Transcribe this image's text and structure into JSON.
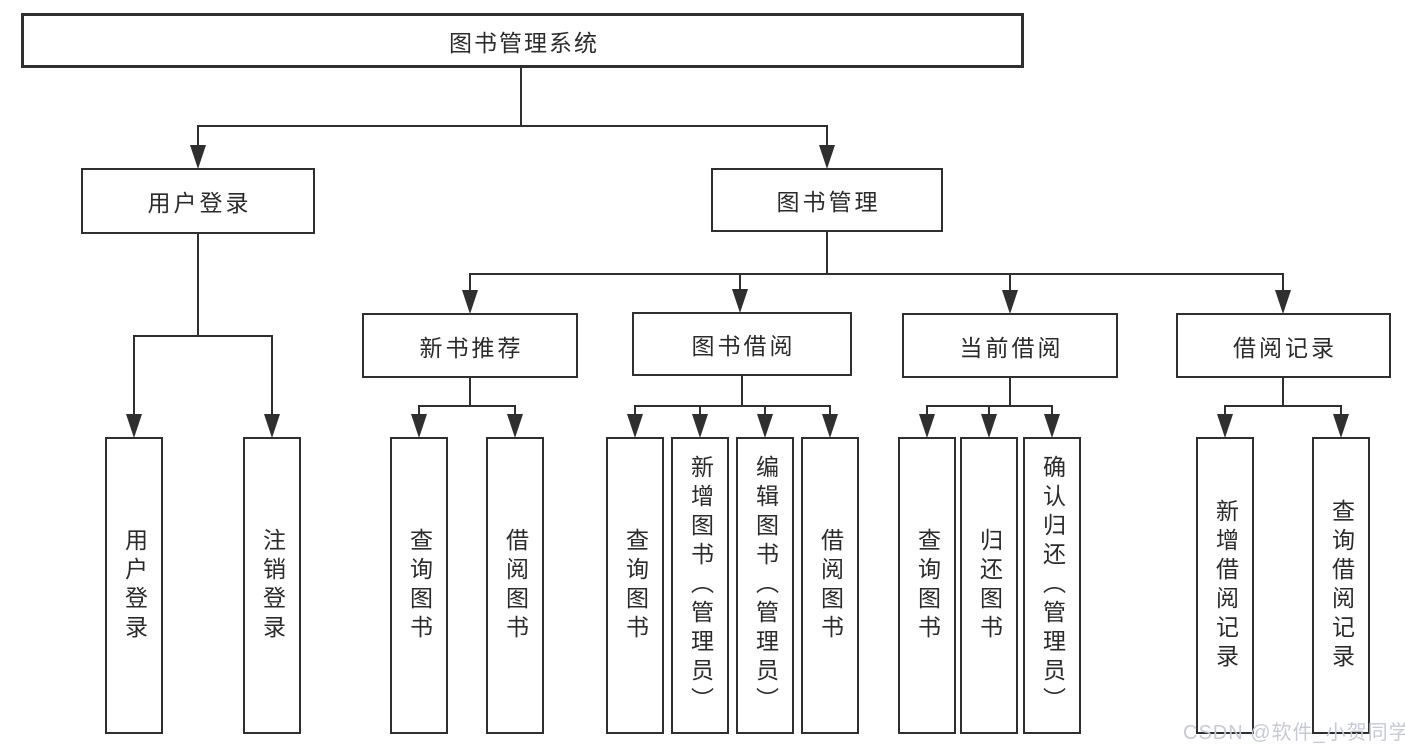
{
  "diagram_type": "hierarchy-tree",
  "tree": {
    "label": "图书管理系统",
    "children": [
      {
        "label": "用户登录",
        "children": [
          {
            "label": "用户登录"
          },
          {
            "label": "注销登录"
          }
        ]
      },
      {
        "label": "图书管理",
        "children": [
          {
            "label": "新书推荐",
            "children": [
              {
                "label": "查询图书"
              },
              {
                "label": "借阅图书"
              }
            ]
          },
          {
            "label": "图书借阅",
            "children": [
              {
                "label": "查询图书"
              },
              {
                "label": "新增图书（管理员）"
              },
              {
                "label": "编辑图书（管理员）"
              },
              {
                "label": "借阅图书"
              }
            ]
          },
          {
            "label": "当前借阅",
            "children": [
              {
                "label": "查询图书"
              },
              {
                "label": "归还图书"
              },
              {
                "label": "确认归还（管理员）"
              }
            ]
          },
          {
            "label": "借阅记录",
            "children": [
              {
                "label": "新增借阅记录"
              },
              {
                "label": "查询借阅记录"
              }
            ]
          }
        ]
      }
    ]
  },
  "watermark": {
    "text": "CSDN @软件_小贺同学",
    "color": "#c7cad4"
  },
  "colors": {
    "line": "#2f2f2f",
    "text": "#2b2b2b",
    "background": "#ffffff"
  }
}
